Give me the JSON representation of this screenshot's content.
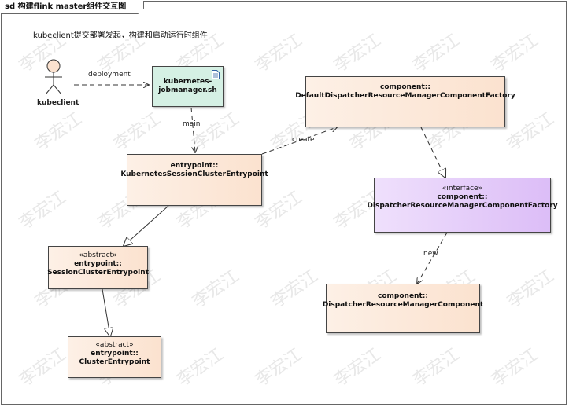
{
  "frame": {
    "title": "sd 构建flink master组件交互图"
  },
  "note": "kubeclient提交部署发起，构建和启动运行时组件",
  "actor": {
    "name": "kubeclient"
  },
  "artifact": {
    "name_line1": "kubernetes-",
    "name_line2": "jobmanager.sh"
  },
  "classes": {
    "entry": {
      "line1": "entrypoint::",
      "line2": "KubernetesSessionClusterEntrypoint"
    },
    "session": {
      "stereo": "«abstract»",
      "line1": "entrypoint::",
      "line2": "SessionClusterEntrypoint"
    },
    "cluster": {
      "stereo": "«abstract»",
      "line1": "entrypoint::",
      "line2": "ClusterEntrypoint"
    },
    "default_factory": {
      "line1": "component::",
      "line2": "DefaultDispatcherResourceManagerComponentFactory"
    },
    "factory_iface": {
      "stereo": "«interface»",
      "line1": "component::",
      "line2": "DispatcherResourceManagerComponentFactory"
    },
    "component": {
      "line1": "component::",
      "line2": "DispatcherResourceManagerComponent"
    }
  },
  "edges": {
    "deployment": "deployment",
    "main": "main",
    "create": "create",
    "new": "new"
  },
  "watermark": "李宏江",
  "colors": {
    "class_fill": "#fbe2cf",
    "interface_fill": "#dcbdf7",
    "artifact_fill": "#d5f0e4",
    "actor_fill": "#fbe2cf"
  }
}
